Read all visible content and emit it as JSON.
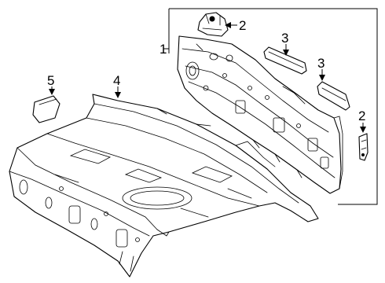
{
  "diagram": {
    "callouts": [
      {
        "id": "c1",
        "text": "1"
      },
      {
        "id": "c2a",
        "text": "2"
      },
      {
        "id": "c2b",
        "text": "2"
      },
      {
        "id": "c3a",
        "text": "3"
      },
      {
        "id": "c3b",
        "text": "3"
      },
      {
        "id": "c4",
        "text": "4"
      },
      {
        "id": "c5",
        "text": "5"
      }
    ],
    "parts": [
      {
        "callout": "1",
        "name": "rear-panel-assembly-icon"
      },
      {
        "callout": "2",
        "name": "bracket-icon"
      },
      {
        "callout": "3",
        "name": "reinforcement-bar-icon"
      },
      {
        "callout": "4",
        "name": "rear-floor-pan-icon"
      },
      {
        "callout": "5",
        "name": "patch-plate-icon"
      }
    ],
    "colors": {
      "line": "#000000",
      "background": "#ffffff"
    }
  }
}
